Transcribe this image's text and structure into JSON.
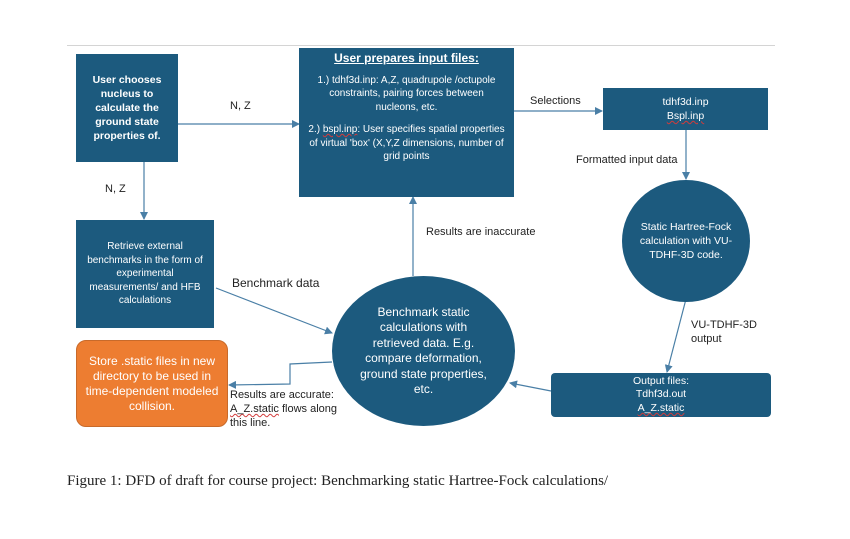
{
  "nodes": {
    "choose": "User chooses nucleus to calculate the ground state properties of.",
    "prepare": {
      "title": "User prepares input files:",
      "item1": "1.) tdhf3d.inp: A,Z, quadrupole /octupole constraints, pairing forces between nucleons, etc.",
      "item2_name": "bspl.inp",
      "item2_prefix": "2.) ",
      "item2_text": ": User specifies spatial properties of virtual 'box' (X,Y,Z dimensions, number of grid points"
    },
    "inputs": {
      "line1": "tdhf3d.inp",
      "line2": "Bspl.inp"
    },
    "static_calc": "Static Hartree-Fock calculation with VU-TDHF-3D code.",
    "retrieve": "Retrieve external benchmarks in the form of experimental measurements/ and HFB calculations",
    "benchmark": "Benchmark static calculations with retrieved data.  E.g. compare deformation, ground state properties, etc.",
    "outputs": {
      "line1": "Output files:",
      "line2": "Tdhf3d.out",
      "line3": "A_Z.static"
    },
    "store": "Store .static files in new directory to be used in time-dependent modeled collision."
  },
  "edge_labels": {
    "nz_right": "N, Z",
    "nz_down": "N, Z",
    "selections": "Selections",
    "formatted": "Formatted input data",
    "benchmark_data": "Benchmark data",
    "inaccurate": "Results are inaccurate",
    "vu_output_1": "VU-TDHF-3D",
    "vu_output_2": "output",
    "accurate_1": "Results are accurate:",
    "accurate_2": "A_Z.static",
    "accurate_2b": " flows along",
    "accurate_3": "this line."
  },
  "caption": "Figure 1: DFD of draft for course project: Benchmarking static Hartree-Fock calculations/",
  "colors": {
    "node": "#1c5a7e",
    "store": "#ed7d31",
    "edge": "#4a7fa6"
  }
}
